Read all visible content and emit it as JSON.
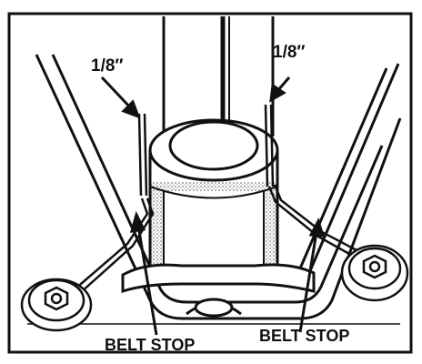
{
  "diagram": {
    "ink_color": "#111111",
    "paper_color": "#ffffff",
    "shading_color": "#9a9a9a",
    "labels": {
      "gap_left": "1/8″",
      "gap_right": "1/8″",
      "belt_stop_left": "BELT STOP",
      "belt_stop_right": "BELT STOP"
    }
  }
}
